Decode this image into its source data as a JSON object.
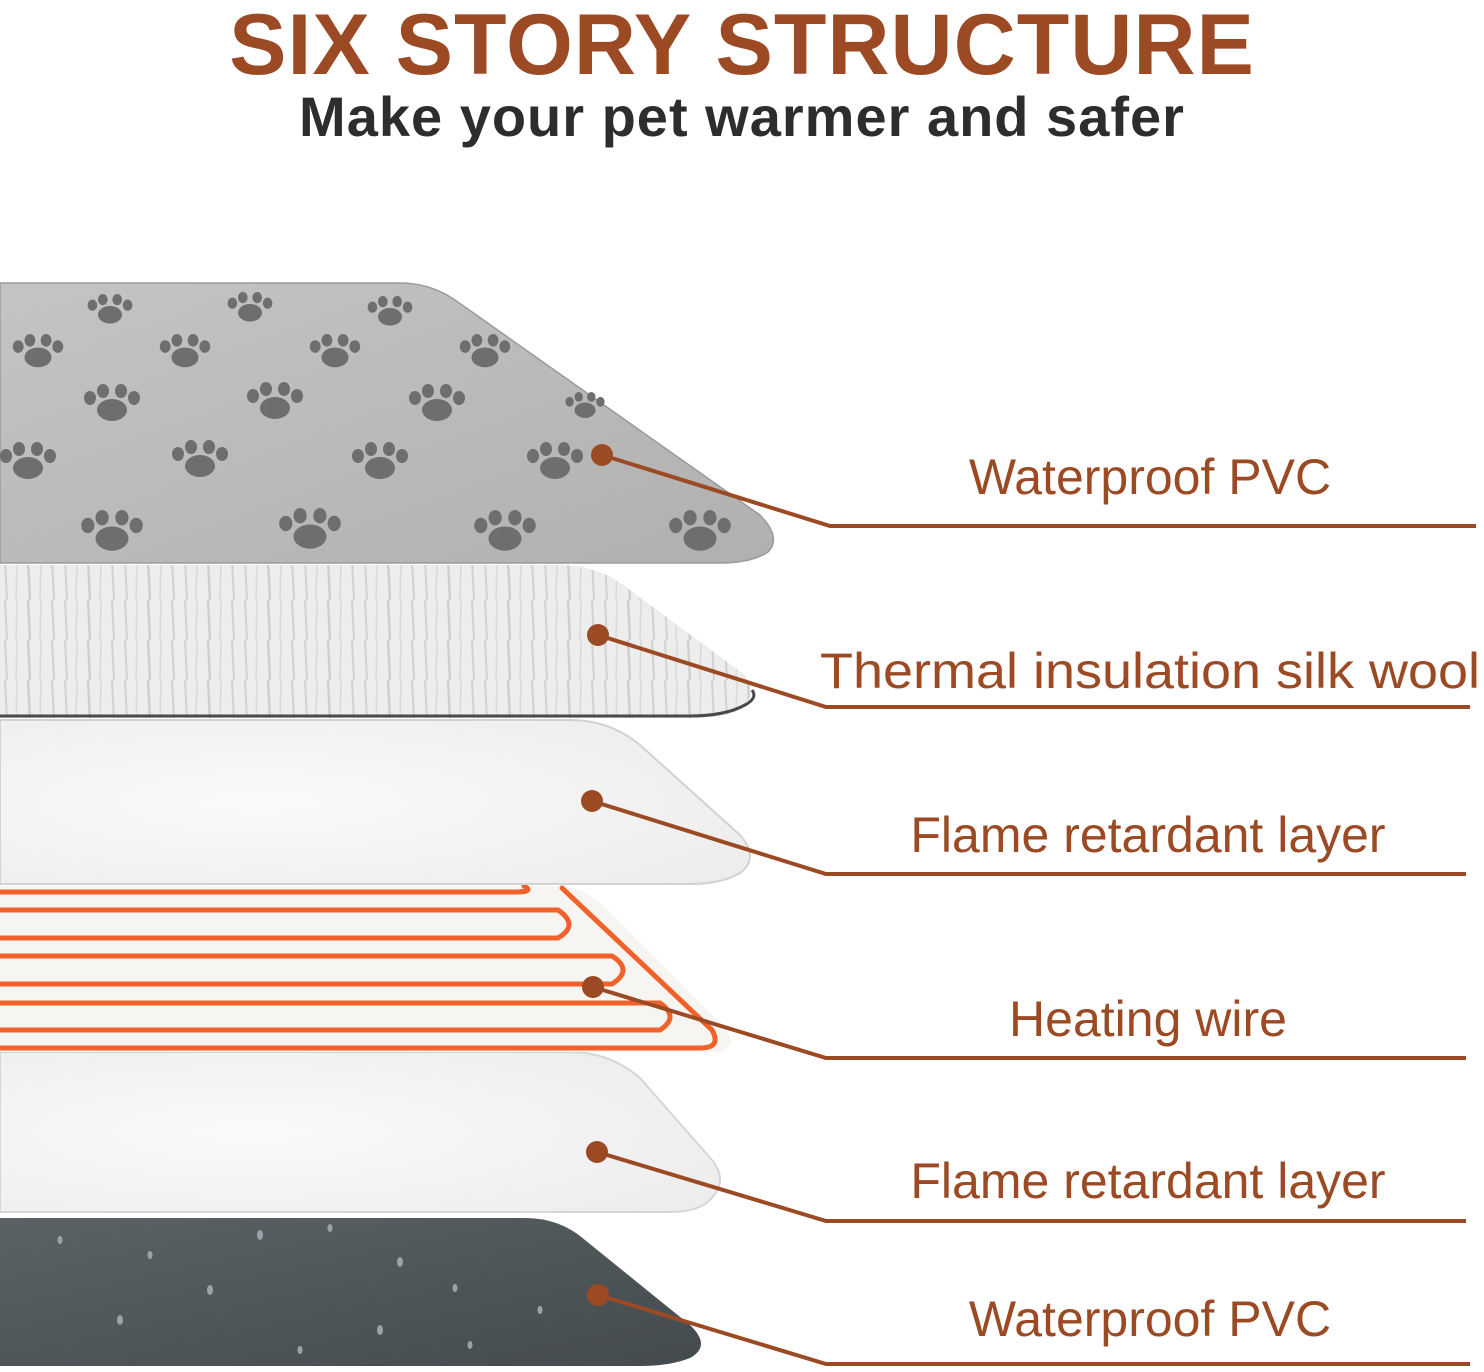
{
  "title": "SIX STORY STRUCTURE",
  "subtitle": "Make your pet warmer and safer",
  "colors": {
    "accent": "#9b4a23",
    "subtitle": "#2d2d2d",
    "pvc_top": "#b9b9b9",
    "paw": "#6e6e6e",
    "wool": "#ececec",
    "flame_layer": "#f4f4f4",
    "heating_wire": "#f0622a",
    "pvc_bottom": "#4d5558"
  },
  "layers": [
    {
      "label": "Waterproof PVC",
      "icon": "paw-print-icon"
    },
    {
      "label": "Thermal insulation silk wool"
    },
    {
      "label": "Flame retardant layer"
    },
    {
      "label": "Heating wire"
    },
    {
      "label": "Flame retardant layer"
    },
    {
      "label": "Waterproof PVC",
      "icon": "water-droplet-icon"
    }
  ]
}
